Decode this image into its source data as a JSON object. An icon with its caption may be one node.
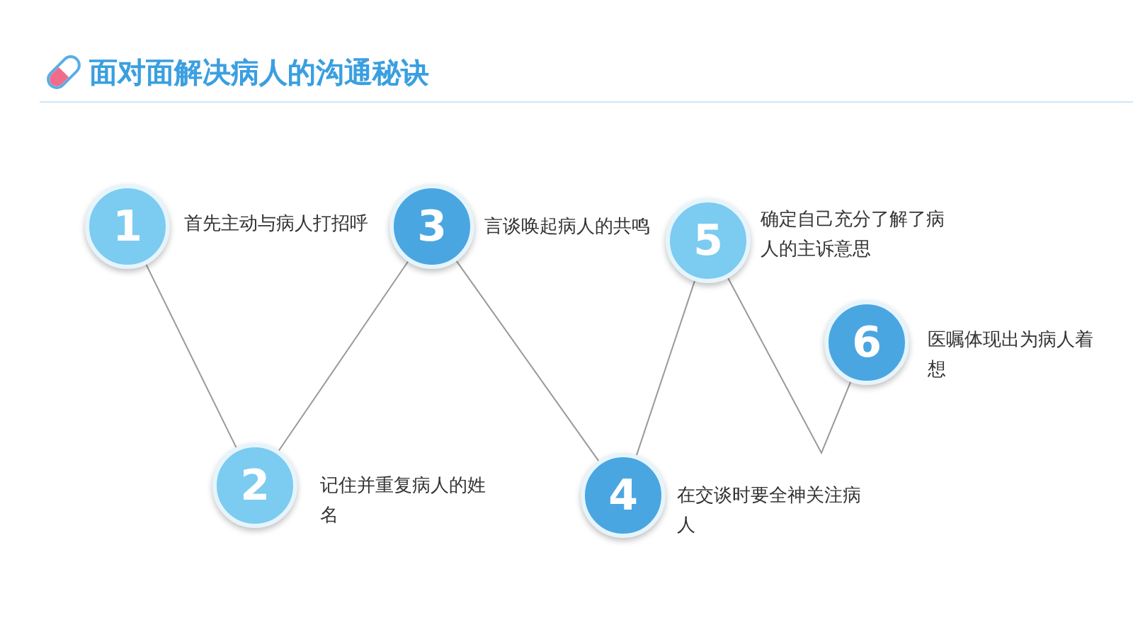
{
  "diagram": {
    "title": "面对面解决病人的沟通秘诀",
    "nodes": [
      {
        "text": [
          "1"
        ],
        "beside": [
          "首先主动与病人打招呼"
        ]
      },
      {
        "text": [
          "2"
        ],
        "beside": [
          "记住并重复病人的姓名"
        ]
      },
      {
        "text": [
          "3"
        ],
        "beside": [
          "言谈唤起病人的共鸣"
        ]
      },
      {
        "text": [
          "4"
        ],
        "beside": [
          "在交谈时要全神关注病人"
        ]
      },
      {
        "text": [
          "5"
        ],
        "beside": [
          "确定自己充分了解了病人的主诉意思"
        ]
      },
      {
        "text": [
          "6"
        ],
        "beside": [
          "医嘱体现出为病人着想"
        ]
      }
    ],
    "edges": [
      {
        "from": 0,
        "to": 1,
        "arrow": "none"
      },
      {
        "from": 1,
        "to": 2,
        "arrow": "none"
      },
      {
        "from": 2,
        "to": 3,
        "arrow": "none"
      },
      {
        "from": 3,
        "to": 4,
        "arrow": "none"
      },
      {
        "from": 4,
        "to": 5,
        "arrow": "none"
      }
    ]
  }
}
